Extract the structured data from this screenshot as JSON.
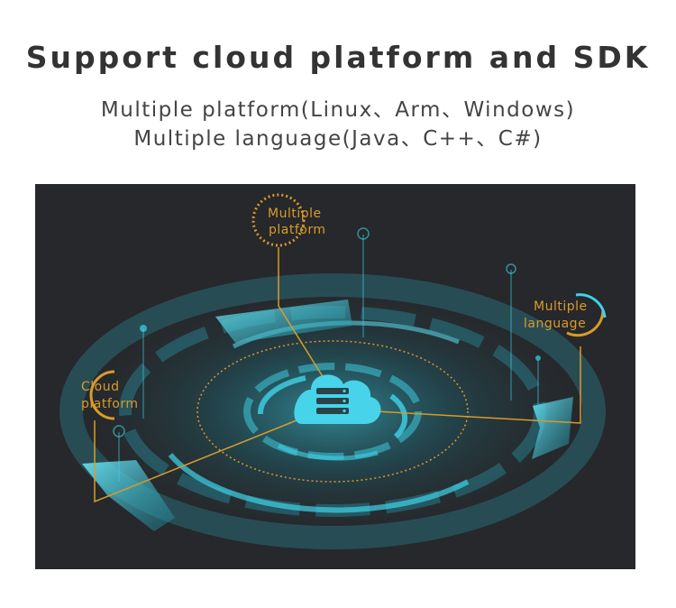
{
  "header": {
    "title": "Support cloud platform and SDK",
    "subtitle_line1": "Multiple platform(Linux、Arm、Windows)",
    "subtitle_line2": "Multiple language(Java、C++、C#)"
  },
  "diagram": {
    "labels": {
      "platform_line1": "Multiple",
      "platform_line2": "platform",
      "language_line1": "Multiple",
      "language_line2": "language",
      "cloud_line1": "Cloud",
      "cloud_line2": "platform"
    },
    "colors": {
      "background": "#26282b",
      "cyan": "#3fd3e8",
      "gold": "#d99b2a"
    },
    "icons": [
      "cloud-server-icon"
    ]
  }
}
